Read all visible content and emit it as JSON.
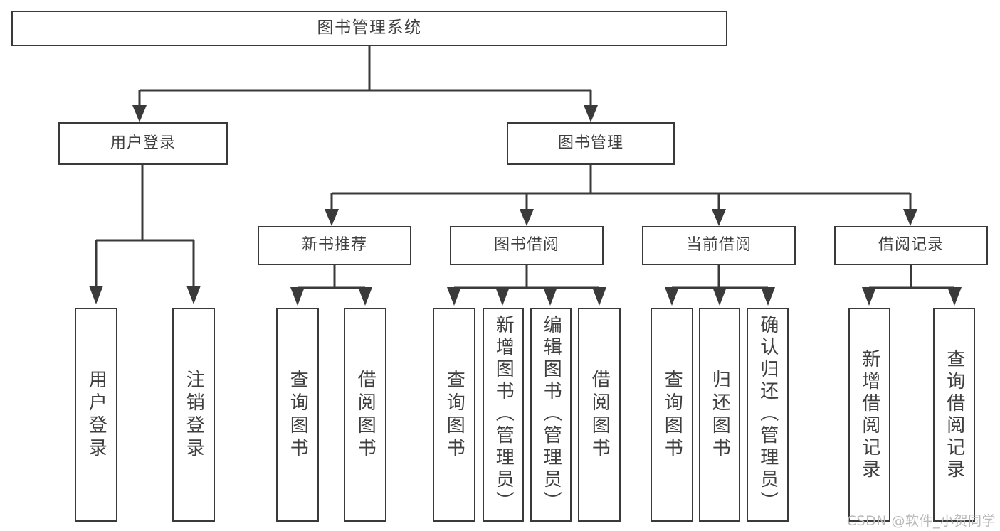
{
  "diagram": {
    "title": "图书管理系统",
    "watermark": "CSDN @软件_小贺同学",
    "line_color": "#3a3a3a",
    "text_color": "#3f3f3f",
    "background": "#ffffff",
    "root": {
      "label": "图书管理系统"
    },
    "level2": [
      {
        "label": "用户登录"
      },
      {
        "label": "图书管理"
      }
    ],
    "level3": [
      {
        "label": "新书推荐"
      },
      {
        "label": "图书借阅"
      },
      {
        "label": "当前借阅"
      },
      {
        "label": "借阅记录"
      }
    ],
    "leaves": {
      "user_login": [
        {
          "label": "用户登录"
        },
        {
          "label": "注销登录"
        }
      ],
      "new_book": [
        {
          "label": "查询图书"
        },
        {
          "label": "借阅图书"
        }
      ],
      "borrow": [
        {
          "label": "查询图书"
        },
        {
          "label": "新增图书（管理员）"
        },
        {
          "label": "编辑图书（管理员）"
        },
        {
          "label": "借阅图书"
        }
      ],
      "current": [
        {
          "label": "查询图书"
        },
        {
          "label": "归还图书"
        },
        {
          "label": "确认归还（管理员）"
        }
      ],
      "records": [
        {
          "label": "新增借阅记录"
        },
        {
          "label": "查询借阅记录"
        }
      ]
    }
  }
}
